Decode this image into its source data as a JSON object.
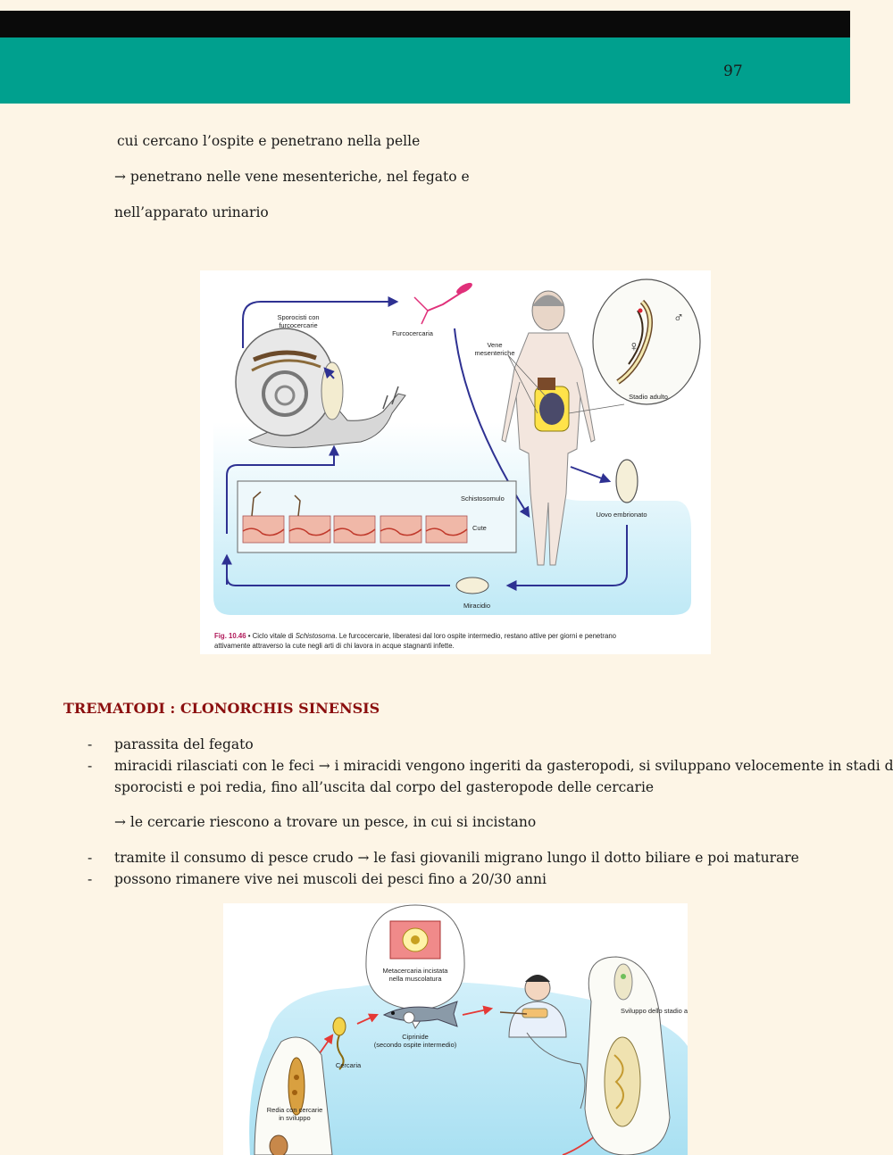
{
  "page": {
    "number": "97"
  },
  "intro": {
    "line1": "cui cercano l’ospite e penetrano nella pelle",
    "line2": "→ penetrano nelle vene mesenteriche, nel fegato e",
    "line3": "nell’apparato urinario"
  },
  "figure1": {
    "labels": {
      "sporocisti": [
        "Sporocisti con",
        "furcocercarie"
      ],
      "furcocercaria": "Furcocercaria",
      "vene": [
        "Vene",
        "mesenteriche"
      ],
      "stadio_adulto": "Stadio adulto",
      "schistosomulo": "Schistosomulo",
      "cute": "Cute",
      "uovo": "Uovo embrionato",
      "miracidio": "Miracidio",
      "female_symbol": "♀",
      "male_symbol": "♂"
    },
    "caption": {
      "fig_number": "Fig. 10.46",
      "text_before": " • Ciclo vitale di ",
      "species": "Schistosoma",
      "text_after": ". Le furcocercarie, liberatesi dal loro ospite intermedio, restano attive per giorni e penetrano",
      "line2": "attivamente attraverso la cute negli arti di chi lavora in acque stagnanti infette."
    }
  },
  "section": {
    "title": "TREMATODI : CLONORCHIS SINENSIS",
    "dash": "-",
    "bullets": [
      "parassita del fegato",
      "miracidi rilasciati con le feci →  i miracidi vengono ingeriti da gasteropodi, si sviluppano velocemente in stadi di",
      "sporocisti e poi redia, fino all’uscita dal corpo del gasteropode delle cercarie",
      "→ le cercarie riescono a trovare un pesce, in cui si incistano",
      "tramite il consumo di pesce crudo → le fasi giovanili migrano lungo il dotto biliare e poi maturare",
      "possono rimanere vive nei muscoli dei pesci fino a 20/30 anni"
    ]
  },
  "figure2": {
    "labels": {
      "metacercaria": [
        "Metacercaria incistata",
        "nella muscolatura"
      ],
      "sviluppo": "Sviluppo dello stadio adulto",
      "ciprinide": [
        "Ciprinide",
        "(secondo ospite intermedio)"
      ],
      "cercaria": "Cercaria",
      "redia": [
        "Redia con cercarie",
        "in sviluppo"
      ]
    }
  },
  "colors": {
    "teal_header": "#00a08e",
    "black_bar": "#0a0a0a",
    "page_bg": "#fdf5e6",
    "section_title": "#8b0f0f",
    "water": "#cdeef8",
    "arrow_blue": "#2e3192",
    "arrow_red": "#e53935"
  }
}
